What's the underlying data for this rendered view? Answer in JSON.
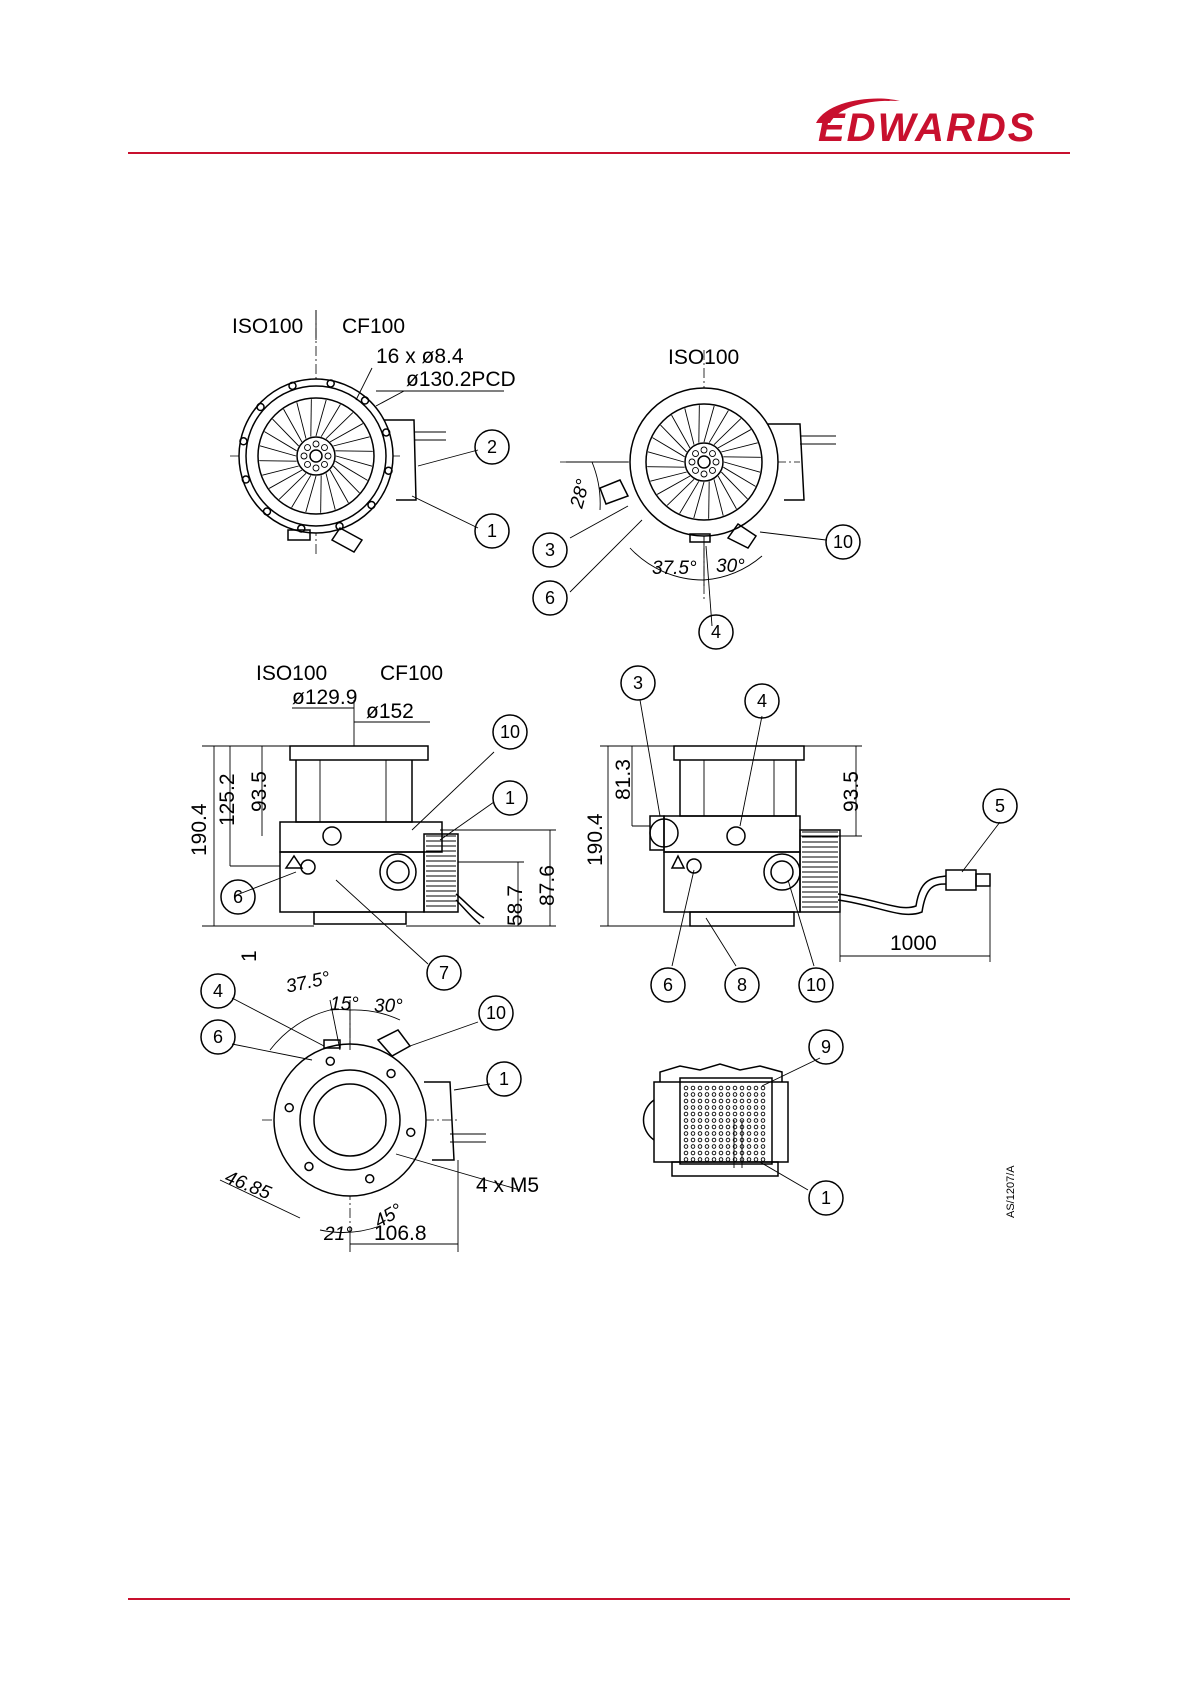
{
  "brand": {
    "name": "EDWARDS",
    "color": "#c8102e"
  },
  "colors": {
    "rule": "#c8102e",
    "line": "#000000"
  },
  "views": {
    "top_left": {
      "flange_a": "ISO100",
      "flange_b": "CF100",
      "holes": "16 x ø8.4",
      "pcd": "ø130.2PCD",
      "items": [
        "2",
        "1"
      ]
    },
    "top_right": {
      "flange": "ISO100",
      "angle_a": "28°",
      "angle_b": "37.5°",
      "angle_c": "30°",
      "items": [
        "3",
        "6",
        "4",
        "10"
      ]
    },
    "side_left": {
      "flange_a": "ISO100",
      "flange_b": "CF100",
      "dia_a": "ø129.9",
      "dia_b": "ø152",
      "h_total": "190.4",
      "h_a": "125.2",
      "h_b": "93.5",
      "h_c": "87.6",
      "h_d": "58.7",
      "offset": "1",
      "items": [
        "10",
        "1",
        "6",
        "7"
      ]
    },
    "side_right": {
      "h_total": "190.4",
      "h_a": "81.3",
      "h_b": "93.5",
      "cable": "1000",
      "items": [
        "3",
        "4",
        "5",
        "6",
        "8",
        "10"
      ]
    },
    "bottom_left": {
      "angle_a": "37.5°",
      "angle_b": "15°",
      "angle_c": "30°",
      "dist_a": "46.85",
      "angle_d": "21°",
      "angle_e": "45°",
      "width": "106.8",
      "thread": "4 x M5",
      "items": [
        "4",
        "6",
        "10",
        "1"
      ]
    },
    "bottom_right": {
      "items": [
        "9",
        "1"
      ]
    }
  },
  "ref": "AS/1207/A"
}
